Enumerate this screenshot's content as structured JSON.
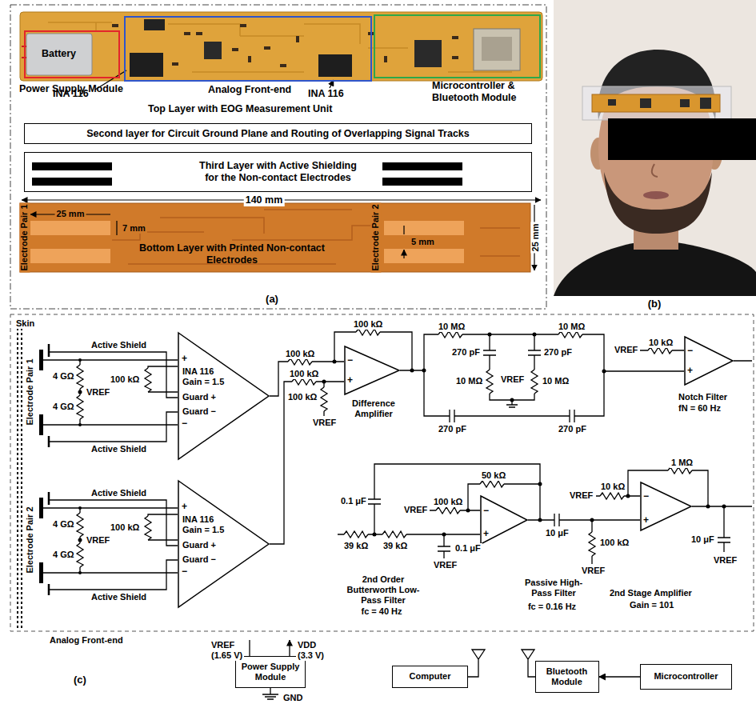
{
  "diagram": {
    "nodes": [
      {
        "text": [
          "Battery",
          "Power Supply Module"
        ]
      },
      {
        "text": [
          "Analog Front-end"
        ]
      },
      {
        "text": [
          "Microcontroller & Bluetooth Module"
        ]
      },
      {
        "text": [
          "Second layer for Circuit Ground Plane and Routing of Overlapping Signal Tracks"
        ]
      },
      {
        "text": [
          "Third Layer with Active Shielding for the Non-contact Electrodes"
        ]
      },
      {
        "text": [
          "+",
          "INA 116 Gain = 1.5",
          "Guard +",
          "Guard −",
          "−"
        ]
      },
      {
        "text": [
          "−",
          "+"
        ]
      },
      {
        "text": [
          "−",
          "+"
        ]
      },
      {
        "text": [
          "+",
          "INA 116 Gain = 1.5",
          "Guard +",
          "Guard −",
          "−"
        ]
      },
      {
        "text": [
          "−",
          "+"
        ]
      },
      {
        "text": [
          "−",
          "+"
        ]
      },
      {
        "text": [
          "Power Supply Module"
        ]
      },
      {
        "text": [
          "Computer"
        ]
      },
      {
        "text": [
          "Bluetooth Module"
        ]
      },
      {
        "text": [
          "Microcontroller"
        ]
      }
    ],
    "edges": [
      {
        "from": 14,
        "to": 13,
        "arrow": "to"
      }
    ],
    "labels": [
      "INA 116",
      "INA 116",
      "Top Layer with EOG Measurement Unit",
      "140 mm",
      "Electrode Pair 1",
      "25 mm",
      "7 mm",
      "Bottom Layer with Printed Non-contact Electrodes",
      "Electrode Pair 2",
      "5 mm",
      "25 mm",
      "(a)",
      "(b)",
      "Skin",
      "Electrode Pair 1",
      "Active Shield",
      "4 GΩ",
      "VREF",
      "4 GΩ",
      "100 kΩ",
      "Active Shield",
      "Electrode Pair 2",
      "Active Shield",
      "4 GΩ",
      "VREF",
      "4 GΩ",
      "100 kΩ",
      "Active Shield",
      "100 kΩ",
      "100 kΩ",
      "100 kΩ",
      "100 kΩ",
      "VREF",
      "Difference Amplifier",
      "10 MΩ",
      "10 MΩ",
      "270 pF",
      "270 pF",
      "10 MΩ",
      "VREF",
      "10 MΩ",
      "270 pF",
      "270 pF",
      "10 kΩ",
      "VREF",
      "Notch Filter",
      "fN = 60 Hz",
      "0.1 μF",
      "100 kΩ",
      "50 kΩ",
      "VREF",
      "39 kΩ",
      "39 kΩ",
      "0.1 μF",
      "VREF",
      "2nd Order Butterworth Low-Pass Filter",
      "fc = 40 Hz",
      "10 μF",
      "100 kΩ",
      "VREF",
      "Passive High-Pass Filter",
      "fc = 0.16 Hz",
      "10 kΩ",
      "VREF",
      "1 MΩ",
      "10 μF",
      "VREF",
      "2nd Stage Amplifier",
      "Gain = 101",
      "Analog Front-end",
      "VREF",
      "(1.65 V)",
      "VDD",
      "(3.3 V)",
      "GND",
      "(c)"
    ]
  }
}
